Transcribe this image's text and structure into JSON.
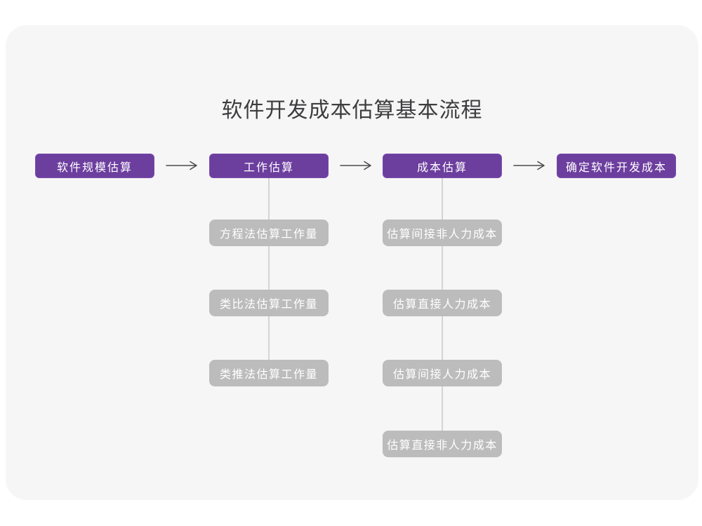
{
  "page": {
    "title": "软件开发成本估算基本流程"
  },
  "colors": {
    "accent_purple": "#6c3e9e",
    "accent_border": "#7b4cae",
    "sub_box_gray": "#bcbcbc",
    "connector_gray": "#d4d4d4",
    "arrow_gray": "#4a4a4a",
    "card_background": "#f6f6f6",
    "title_text": "#3d3d3f",
    "box_text": "#ffffff"
  },
  "flow": {
    "main_steps": [
      {
        "label": "软件规模估算"
      },
      {
        "label": "工作估算"
      },
      {
        "label": "成本估算"
      },
      {
        "label": "确定软件开发成本"
      }
    ],
    "work_estimation_methods": [
      {
        "label": "方程法估算工作量"
      },
      {
        "label": "类比法估算工作量"
      },
      {
        "label": "类推法估算工作量"
      }
    ],
    "cost_estimation_steps": [
      {
        "label": "估算间接非人力成本"
      },
      {
        "label": "估算直接人力成本"
      },
      {
        "label": "估算间接人力成本"
      },
      {
        "label": "估算直接非人力成本"
      }
    ]
  }
}
